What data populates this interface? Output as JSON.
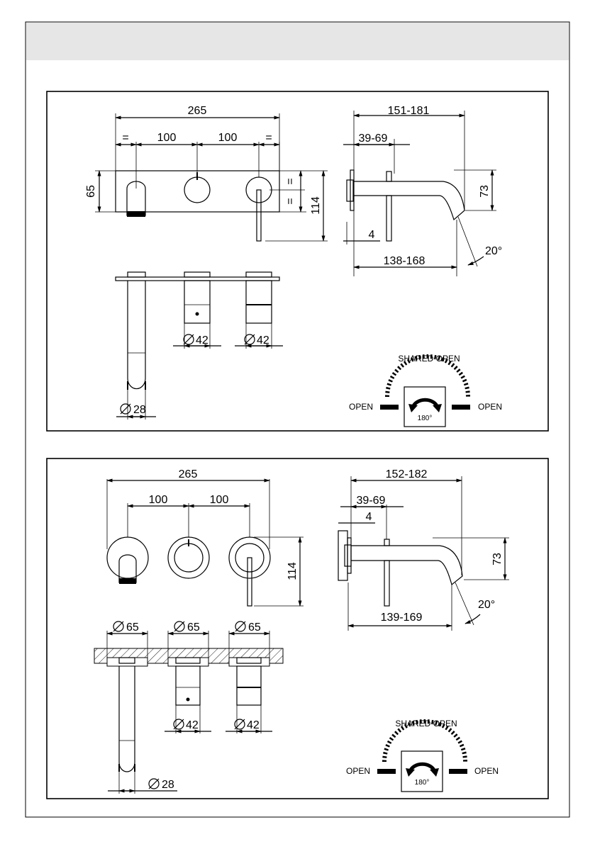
{
  "colors": {
    "header_band": "#e6e6e6",
    "line": "#000000",
    "hatch_fill": "#ffffff"
  },
  "panel1": {
    "front": {
      "width": "265",
      "eq_left": "=",
      "spacing_a": "100",
      "spacing_b": "100",
      "eq_right": "=",
      "plate_height": "65",
      "eq_upper": "=",
      "eq_lower": "=",
      "overall_height": "114"
    },
    "side": {
      "projection": "151-181",
      "body_range": "39-69",
      "height": "73",
      "thickness": "4",
      "depth": "138-168",
      "angle": "20°"
    },
    "plan": {
      "dia_handle_a": "42",
      "dia_handle_b": "42",
      "dia_spout": "28"
    },
    "rotation": {
      "top": "SHARED OPEN",
      "left": "OPEN",
      "right": "OPEN",
      "degrees": "180°"
    }
  },
  "panel2": {
    "front": {
      "width": "265",
      "spacing_a": "100",
      "spacing_b": "100",
      "overall_height": "114"
    },
    "side": {
      "projection": "152-182",
      "body_range": "39-69",
      "thickness": "4",
      "height": "73",
      "depth": "139-169",
      "angle": "20°"
    },
    "plan": {
      "dia_rose_a": "65",
      "dia_rose_b": "65",
      "dia_rose_c": "65",
      "dia_handle_a": "42",
      "dia_handle_b": "42",
      "dia_spout": "28"
    },
    "rotation": {
      "top": "SHARED OPEN",
      "left": "OPEN",
      "right": "OPEN",
      "degrees": "180°"
    }
  }
}
